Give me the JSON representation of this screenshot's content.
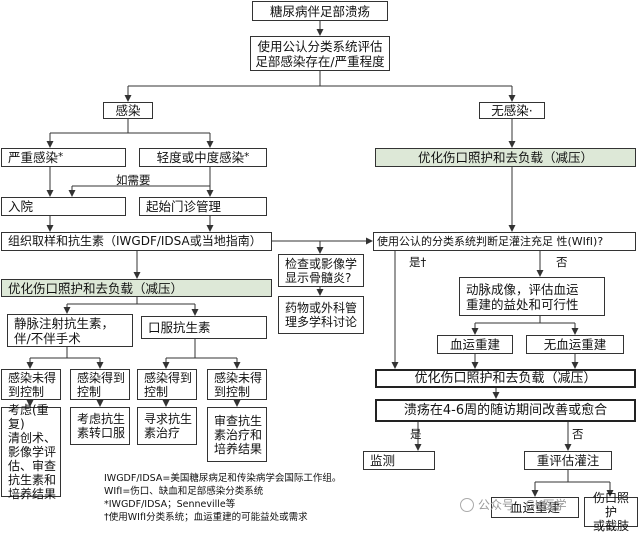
{
  "nodes": {
    "title": "糖尿病伴足部溃疡",
    "assess": "使用公认分类系统评估\n足部感染存在/严重程度",
    "infection": "感染",
    "no_infection": "无感染",
    "severe": "严重感染",
    "mild": "轻度或中度感染",
    "if_needed": "如需要",
    "admit": "入院",
    "outpatient": "起始门诊管理",
    "culture": "组织取样和抗生素（IWGDF/IDSA或当地指南）",
    "care_left": "优化伤口照护和去负载（减压）",
    "care_top_right": "优化伤口照护和去负载（减压）",
    "iv": "静脉注射抗生素，\n伴/不伴手术",
    "oral": "口服抗生素",
    "iv_not": "感染未得\n到控制",
    "iv_ok": "感染得到\n控制",
    "oral_ok": "感染得到\n控制",
    "oral_not": "感染未得\n到控制",
    "consider_more": "考虑(重复)\n清创术、\n影像学评\n估、审查\n抗生素和\n培养结果",
    "switch_oral": "考虑抗生\n素转口服",
    "seek_stop": "寻求抗生\n素治疗",
    "review_abx": "审查抗生\n素治疗和\n培养结果",
    "osteo": "检查或影像学\n显示骨髓炎?",
    "mdt": "药物或外科管\n理多学科讨论",
    "perfusion": "使用公认的分类系统判断足灌注充足 性(WIfI)?",
    "yes_dagger": "是†",
    "no_label": "否",
    "imaging": "动脉成像，评估血运\n重建的益处和可行性",
    "revasc": "血运重建",
    "no_revasc": "无血运重建",
    "care_mid": "优化伤口照护和去负载（减压）",
    "followup": "溃疡在4-6周的随访期间改善或愈合",
    "yes2": "是",
    "no2": "否",
    "monitor": "监测",
    "reassess": "重评估灌注",
    "revasc2": "血运重建",
    "palliative": "伤口照护\n或截肢"
  },
  "marks": {
    "severe_star": "*",
    "mild_star": "*",
    "no_infection_mark": "·",
    "perfusion_dagger": "†"
  },
  "notes": [
    "IWGDF/IDSA=美国糖尿病足和传染病学会国际工作组。",
    "WIfI=伤口、缺血和足部感染分类系统",
    "*IWGDF/IDSA；Senneville等",
    "†使用WIfI分类系统；血运重建的可能益处或需求"
  ],
  "watermark": "公众号 · GK医学",
  "colors": {
    "green_fill": "#dde8d7",
    "line": "#333333"
  }
}
